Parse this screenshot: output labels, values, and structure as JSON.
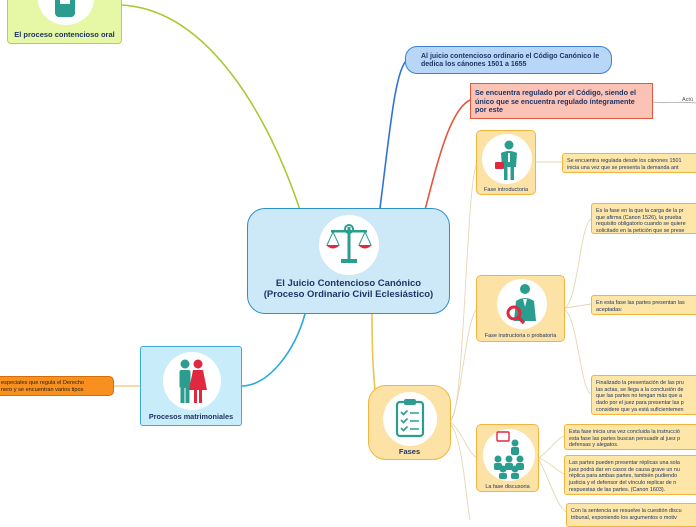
{
  "center": {
    "title": "El Juicio Contencioso Canónico (Proceso Ordinario Civil Eclesiástico)"
  },
  "branches": {
    "oral": "El proceso contencioso oral",
    "canones": "Al juicio contencioso ordinario el Código Canónico le dedica los cánones 1501 a 1655",
    "regulado": "Se encuentra regulado por el Código, siendo el único que se encuentra regulado íntegramente por este",
    "actua": "Actú",
    "fases": "Fases",
    "matrimoniales": "Procesos matrimoniales",
    "especiales": "especiales que regula el Derecho\nnero y se encuentran varios tipos"
  },
  "phases": {
    "introductoria": "Fase introductoria",
    "instructoria": "Fase instructoria o probatoria",
    "discusoria": "La fase discusoria"
  },
  "notes": {
    "n1": "Se encuentra regulada desde los cánones 1501\ninicia una vez que se presenta la demanda ant",
    "n2": "Es la fase en la que la carga de la pr\nque afirma (Canon 1526), la prueba\nrequisito obligatorio cuando se quiere\nsolicitado en la petición que se prese",
    "n3": "En esta fase las partes presentan las\naceptadas:",
    "n4": "Finalizado la presentación de las pru\nlas actas, se llega a la conclusión de\nque las partes no tengan más que a\ndado por el juez para presentar las p\nconsidere que ya está suficientemen",
    "n5": "Esta fase inicia una vez concluida la instrucció\nesta fase las partes buscan persuadir al juez p\ndefensas y alegatos.",
    "n6": "Las partes pueden presentar réplicas una sola\njuez podrá dar en casos de causa grave un nu\nréplica para ambas partes, también pudiendo\njusticia y el defensor del vínculo replicar de n\nrespuestas de las partes. (Canon 1603).",
    "n7": "Con la sentencia se resuelve la cuestión discu\ntribunal, exponiendo los argumentos o motiv"
  },
  "colors": {
    "center_fill": "#cde9f7",
    "center_border": "#2f8fcf",
    "oral_fill": "#e6f7a6",
    "canones_fill": "#b8d6f7",
    "regulado_fill": "#fbc2b6",
    "phase_fill": "#fde2a6",
    "matri_fill": "#c9ecfb",
    "especiales_fill": "#f7901e",
    "icon_teal": "#2a9d8f",
    "icon_red": "#e0283e"
  },
  "icons": [
    "scales-icon",
    "teacher-icon",
    "lawyer-magnifier-icon",
    "discussion-group-icon",
    "checklist-icon",
    "couple-icon"
  ]
}
